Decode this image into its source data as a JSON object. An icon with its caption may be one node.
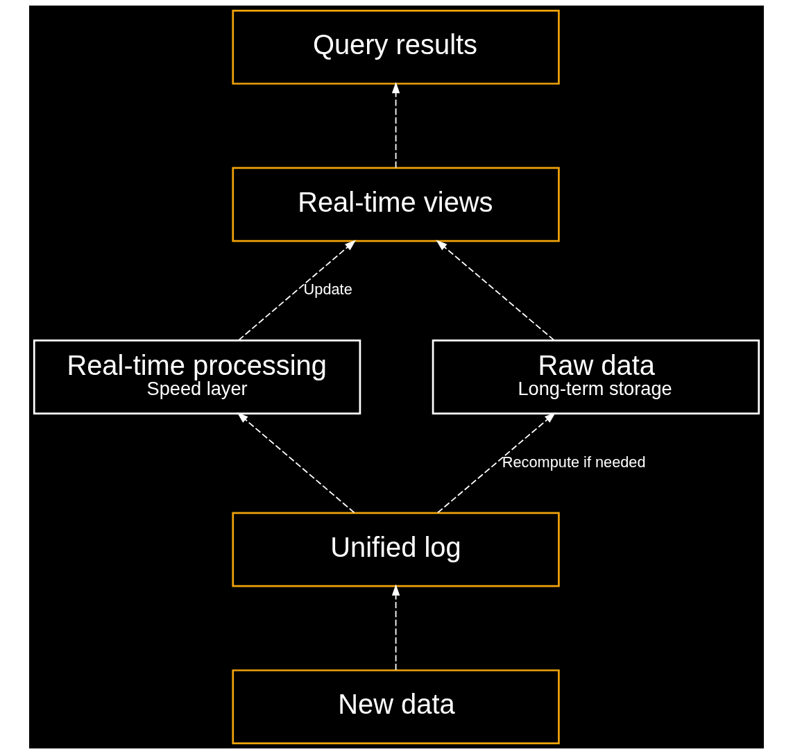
{
  "diagram": {
    "nodes": [
      {
        "text": [
          "Query results"
        ]
      },
      {
        "text": [
          "Real-time views"
        ]
      },
      {
        "text": [
          "Real-time processing",
          "Speed layer"
        ]
      },
      {
        "text": [
          "Raw data",
          "Long-term storage"
        ]
      },
      {
        "text": [
          "Unified log"
        ]
      },
      {
        "text": [
          "New data"
        ]
      }
    ],
    "edges": [
      {
        "from": 1,
        "to": 0,
        "arrow": "to",
        "style": "dashed"
      },
      {
        "from": 2,
        "to": 1,
        "arrow": "to",
        "style": "dashed",
        "label": "Update"
      },
      {
        "from": 3,
        "to": 1,
        "arrow": "to",
        "style": "dashed"
      },
      {
        "from": 4,
        "to": 2,
        "arrow": "to",
        "style": "dashed"
      },
      {
        "from": 4,
        "to": 3,
        "arrow": "to",
        "style": "dashed",
        "label": "Recompute if needed"
      },
      {
        "from": 5,
        "to": 4,
        "arrow": "to",
        "style": "dashed"
      }
    ]
  }
}
